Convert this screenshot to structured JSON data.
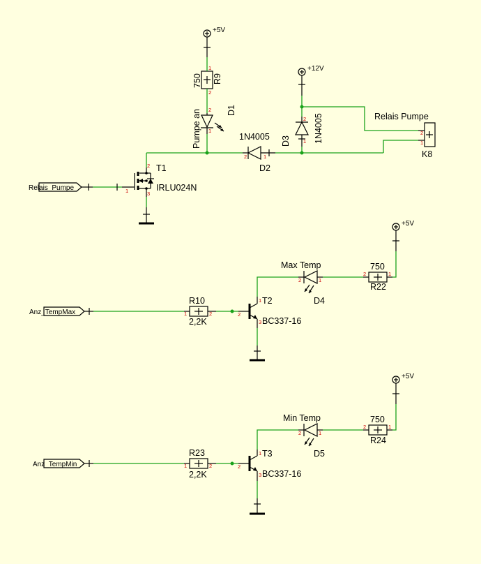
{
  "supplies": {
    "vcc5": "+5V",
    "vcc12": "+12V"
  },
  "ports": {
    "relais": "Relais_Pumpe",
    "max": "Anz_TempMax",
    "min": "Anz_TempMin"
  },
  "pump_section": {
    "r9": {
      "name": "R9",
      "value": "750"
    },
    "d1": {
      "name": "D1",
      "label": "Pumpe an"
    },
    "d2": {
      "name": "D2",
      "type": "1N4005"
    },
    "d3": {
      "name": "D3",
      "type": "1N4005"
    },
    "t1": {
      "name": "T1",
      "type": "IRLU024N"
    },
    "k8": {
      "name": "K8",
      "label": "Relais Pumpe"
    }
  },
  "max_section": {
    "r10": {
      "name": "R10",
      "value": "2,2K"
    },
    "t2": {
      "name": "T2",
      "type": "BC337-16"
    },
    "d4": {
      "name": "D4",
      "label": "Max Temp"
    },
    "r22": {
      "name": "R22",
      "value": "750"
    }
  },
  "min_section": {
    "r23": {
      "name": "R23",
      "value": "2,2K"
    },
    "t3": {
      "name": "T3",
      "type": "BC337-16"
    },
    "d5": {
      "name": "D5",
      "label": "Min Temp"
    },
    "r24": {
      "name": "R24",
      "value": "750"
    }
  },
  "pins": {
    "p1": "1",
    "p2": "2",
    "p3": "3"
  },
  "colors": {
    "background": "#ffffe0",
    "wire": "#1aa21a",
    "pin_number": "#cc0000"
  }
}
